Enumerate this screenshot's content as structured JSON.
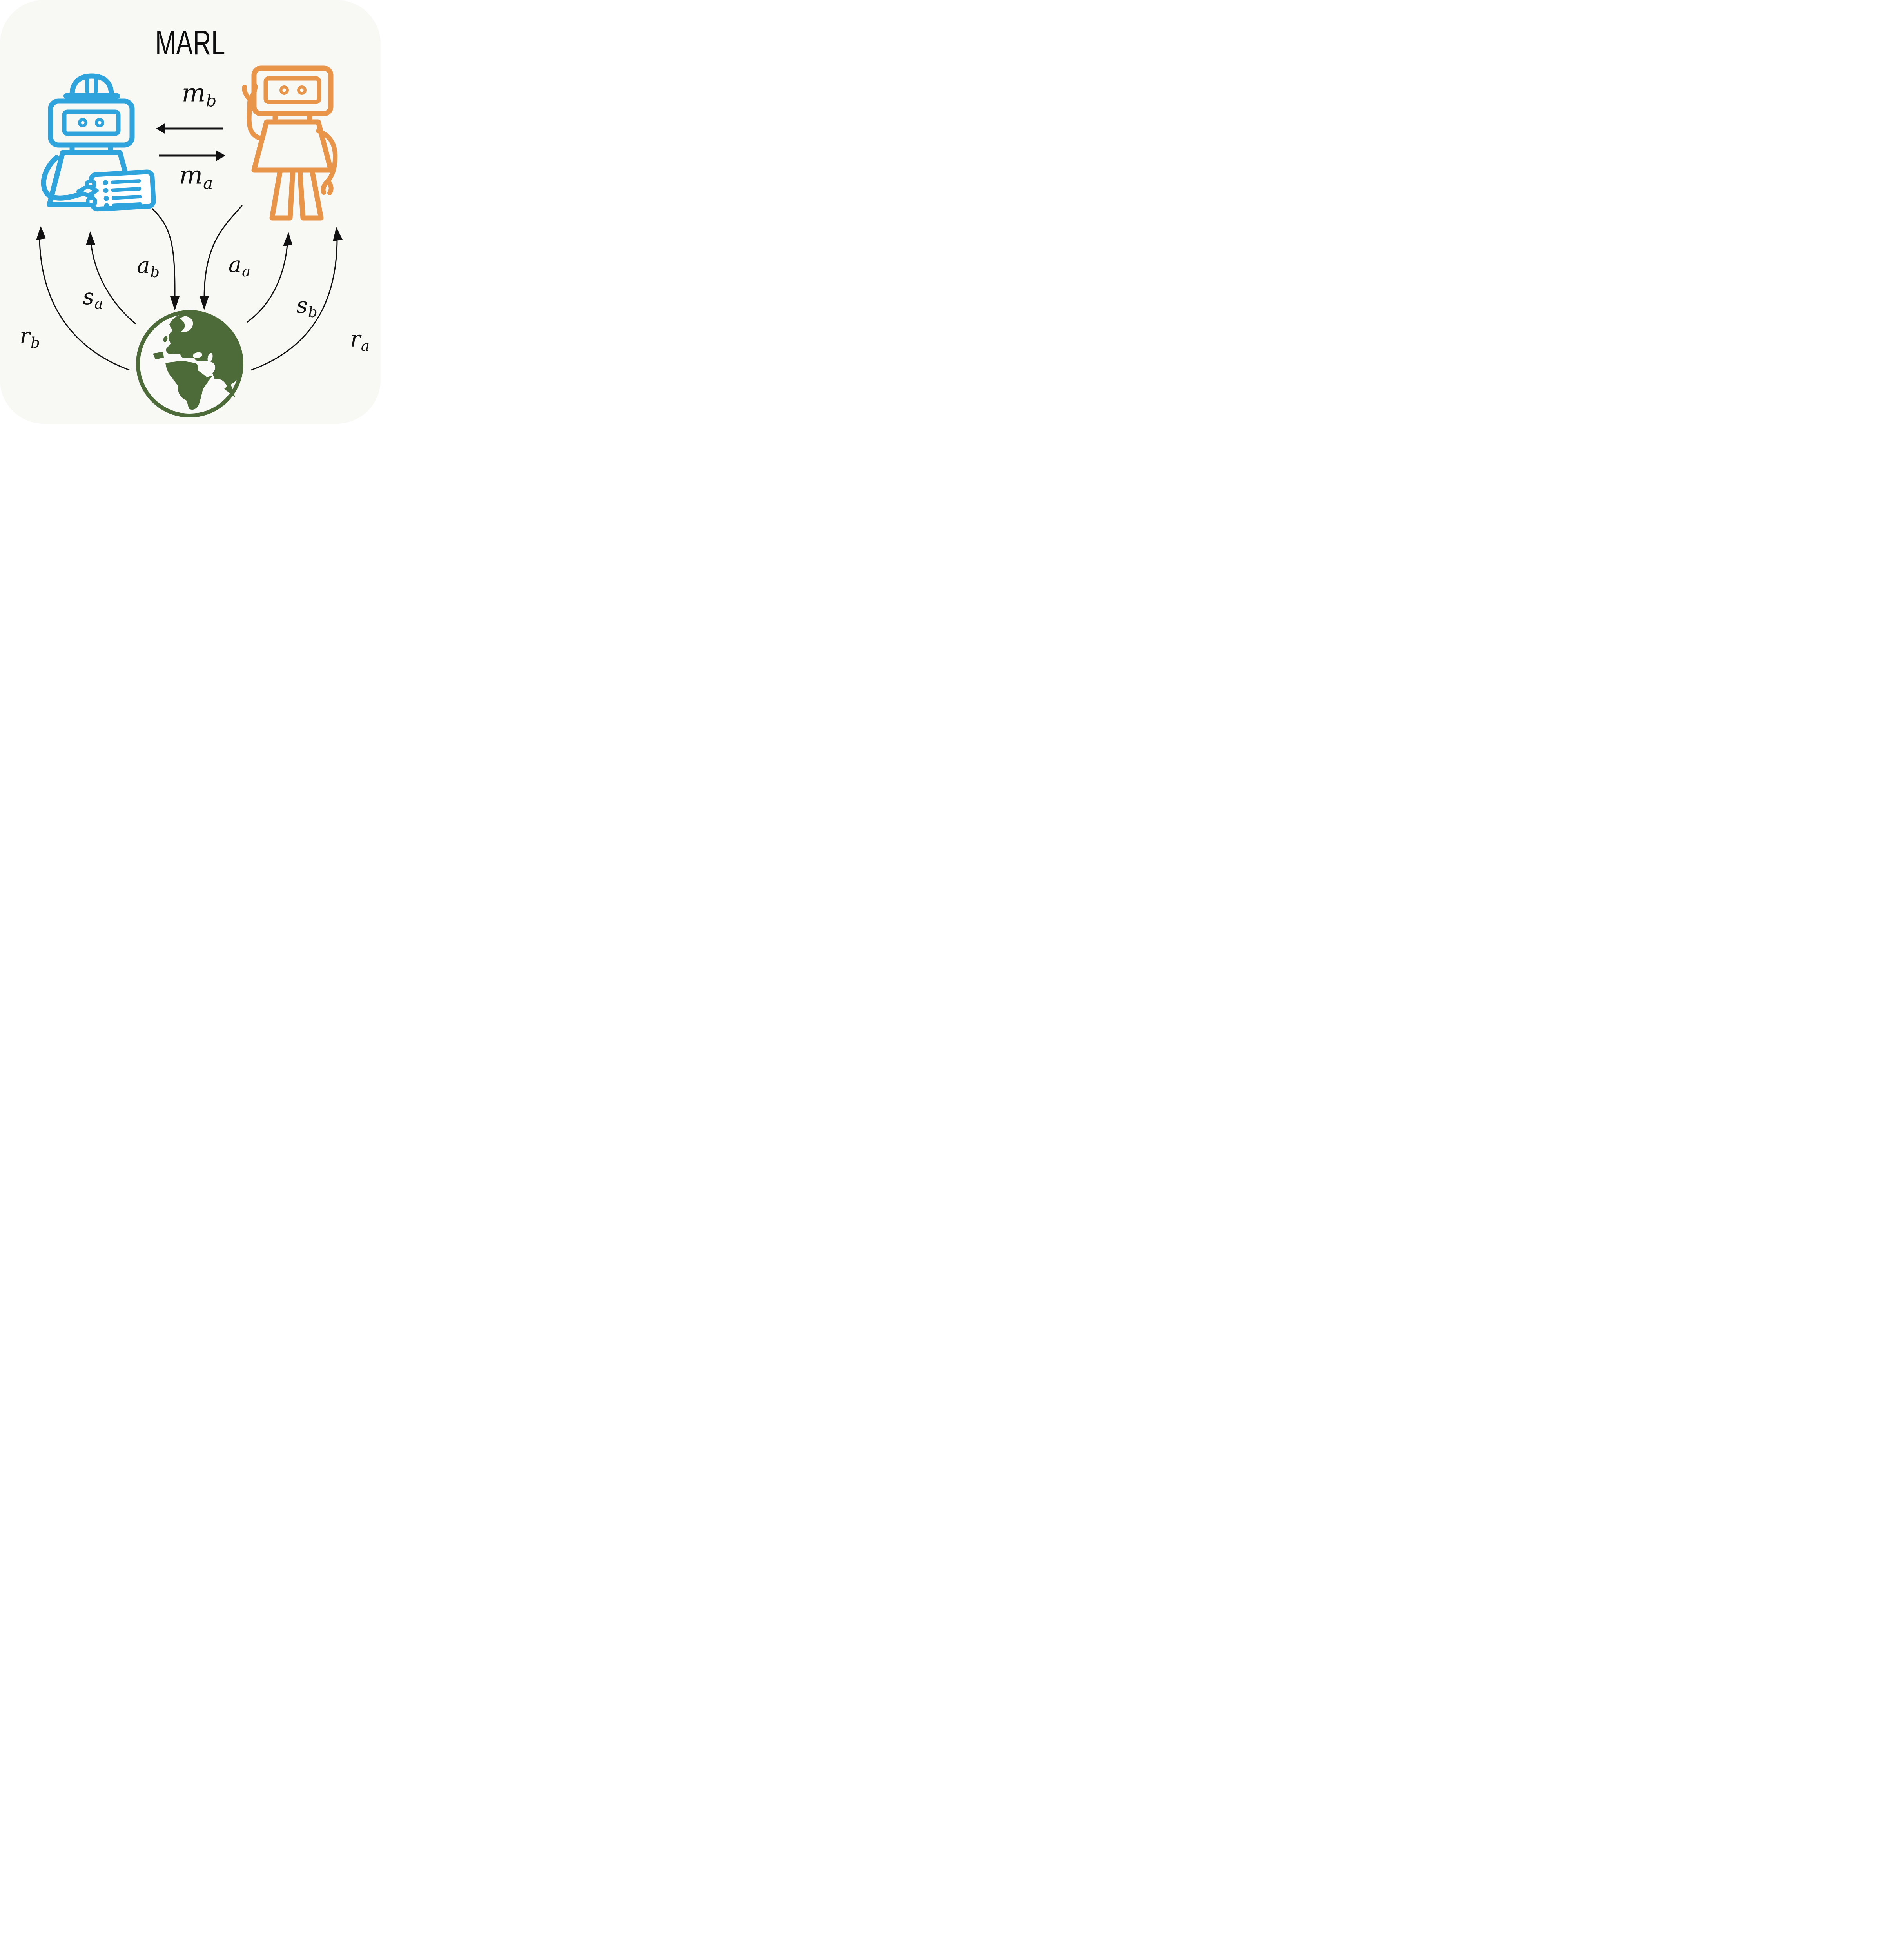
{
  "title": "MARL",
  "colors": {
    "card_background": "#f8f8f5",
    "agent_blue": "#2fa3db",
    "agent_orange": "#e8954a",
    "environment_green": "#4c6b38",
    "arrow_black": "#111111"
  },
  "labels": {
    "message_b": {
      "main": "m",
      "sub": "b"
    },
    "message_a": {
      "main": "m",
      "sub": "a"
    },
    "action_b": {
      "main": "a",
      "sub": "b"
    },
    "action_a": {
      "main": "a",
      "sub": "a"
    },
    "state_a": {
      "main": "s",
      "sub": "a"
    },
    "state_b": {
      "main": "s",
      "sub": "b"
    },
    "reward_b": {
      "main": "r",
      "sub": "b"
    },
    "reward_a": {
      "main": "r",
      "sub": "a"
    }
  },
  "icons": {
    "agent_blue": "robot-with-checklist-icon",
    "agent_orange": "waving-robot-icon",
    "environment": "earth-globe-icon"
  }
}
